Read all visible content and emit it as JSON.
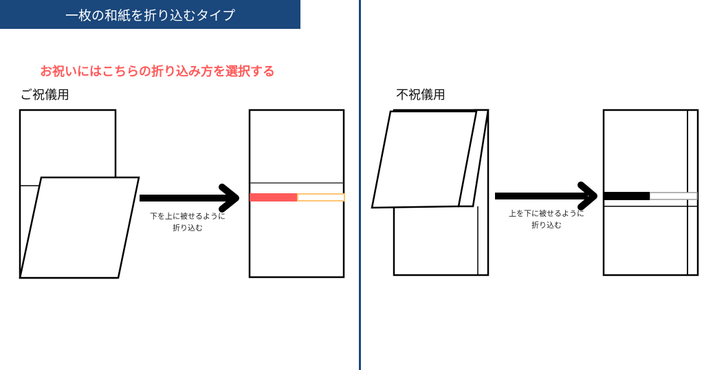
{
  "banner": {
    "title": "一枚の和紙を折り込むタイプ"
  },
  "note": "お祝いにはこちらの折り込み方を選択する",
  "celebration": {
    "heading": "ご祝儀用",
    "caption_line1": "下を上に被せるように",
    "caption_line2": "折り込む",
    "band_color": "#ff5a5a",
    "band_outline_color": "#ffc473"
  },
  "condolence": {
    "heading": "不祝儀用",
    "caption_line1": "上を下に被せるように",
    "caption_line2": "折り込む",
    "band_color": "#000000",
    "band_outline_color": "#999999"
  },
  "colors": {
    "banner": "#1a477c",
    "divider": "#1a477c"
  }
}
